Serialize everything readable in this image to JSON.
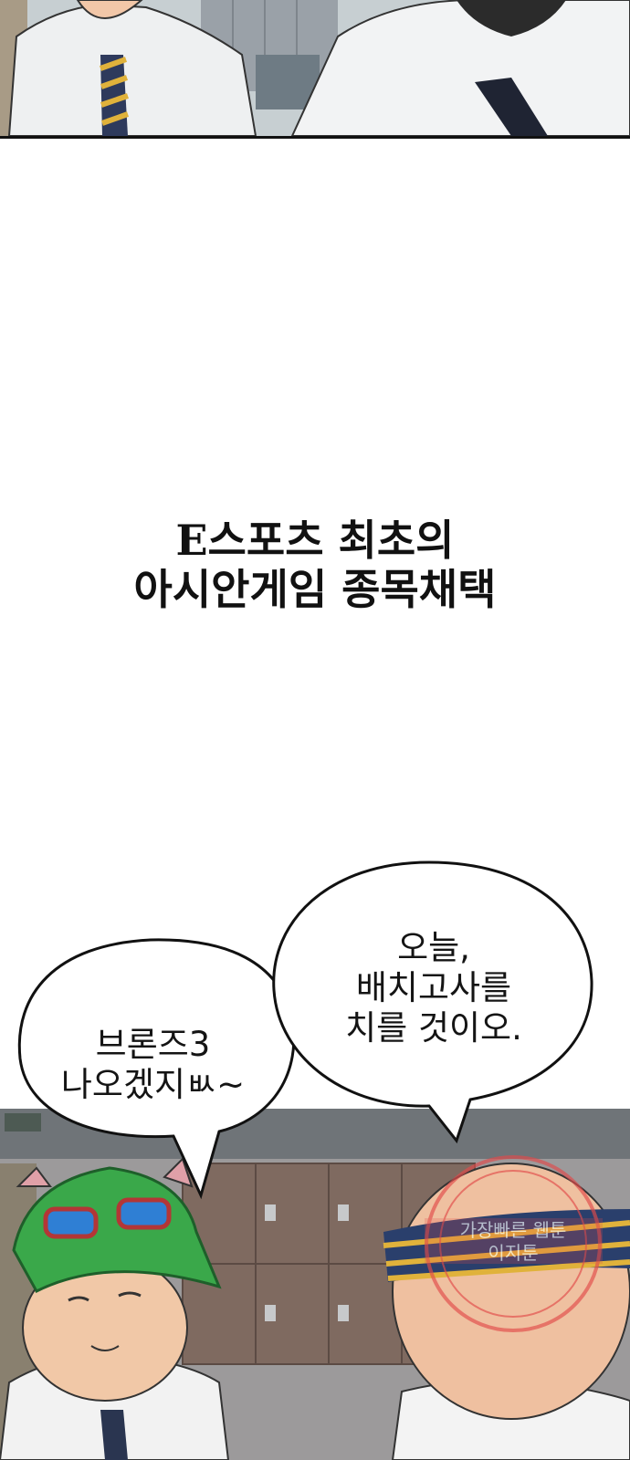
{
  "caption": {
    "line1": "E스포츠 최초의",
    "line2": "아시안게임 종목채택"
  },
  "bubbles": {
    "left": {
      "line1": "브론즈3",
      "line2": "나오겠지ㅄ~"
    },
    "right": {
      "line1": "오늘,",
      "line2": "배치고사를",
      "line3": "치를 것이오."
    }
  },
  "watermark": {
    "text_line1": "가장빠른 웹툰",
    "text_line2": "이지툰"
  },
  "colors": {
    "hat": "#3aa84a",
    "goggles": "#2f7fd4",
    "headband": "#2a3f6c",
    "stamp": "#e24a4a"
  }
}
